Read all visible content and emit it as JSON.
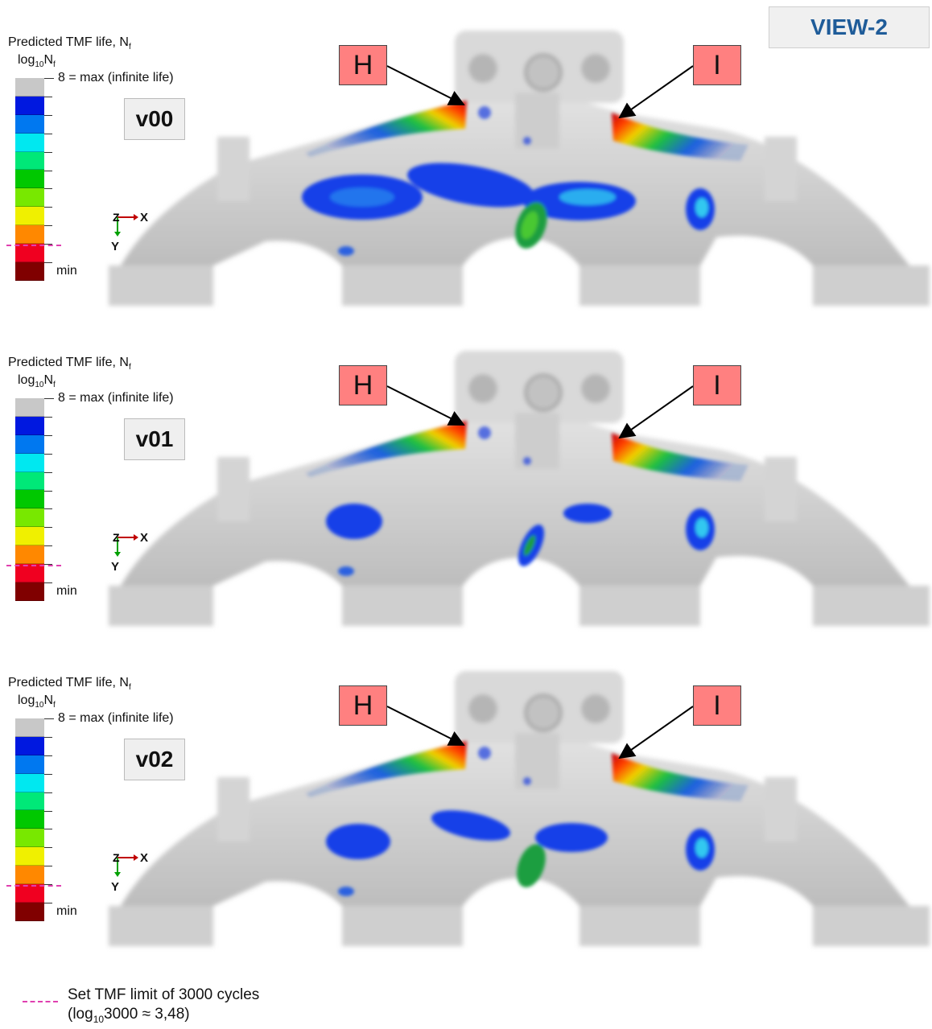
{
  "view_label": "VIEW-2",
  "legend": {
    "title": "Predicted TMF life, N",
    "title_sub": "f",
    "log_prefix": "log",
    "log_base": "10",
    "log_var": "N",
    "log_var_sub": "f",
    "max_label": "8 = max (infinite life)",
    "min_label": "min",
    "colors": [
      "#c8c8c8",
      "#0018e0",
      "#0078f0",
      "#00e8f0",
      "#00e878",
      "#00c800",
      "#78e800",
      "#f0f000",
      "#ff8800",
      "#f00020",
      "#800000"
    ]
  },
  "axes": {
    "x_label": "X",
    "y_label": "Y",
    "z_label": "Z"
  },
  "callouts": {
    "h_label": "H",
    "i_label": "I"
  },
  "panels": [
    {
      "version": "v00"
    },
    {
      "version": "v01"
    },
    {
      "version": "v02"
    }
  ],
  "footer": {
    "line1": "Set TMF limit of 3000 cycles",
    "line2_prefix": "(log",
    "line2_base": "10",
    "line2_rest": "3000 ≈ 3,48)"
  }
}
